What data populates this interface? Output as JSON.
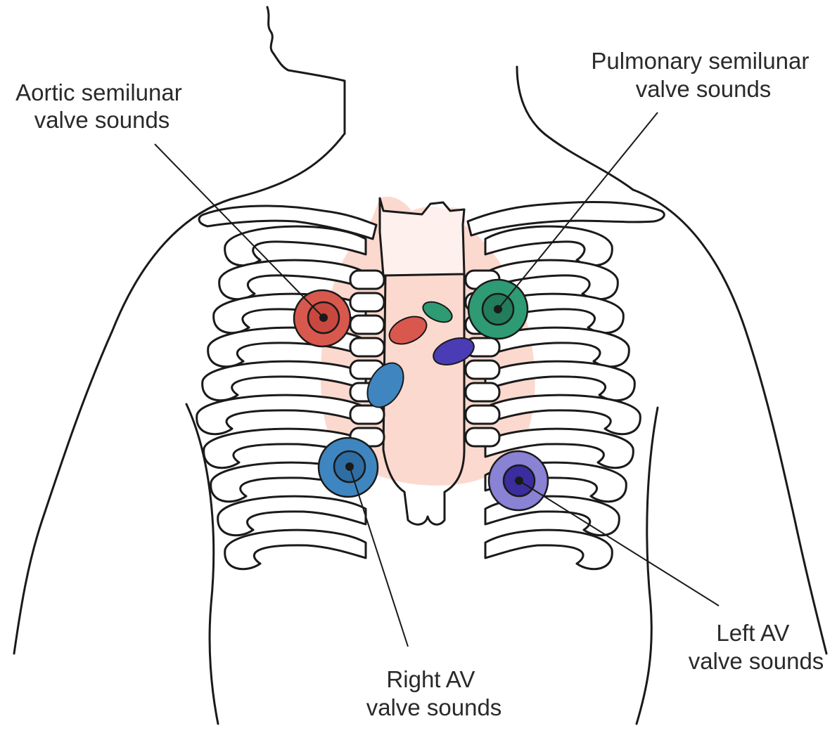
{
  "labels": {
    "aortic": [
      "Aortic semilunar",
      "valve sounds"
    ],
    "pulmonary": [
      "Pulmonary semilunar",
      "valve sounds"
    ],
    "right_av": [
      "Right AV",
      "valve sounds"
    ],
    "left_av": [
      "Left AV",
      "valve sounds"
    ]
  },
  "colors": {
    "aortic": "#d9584e",
    "pulmonary": "#2e9b74",
    "right_av": "#3f86c0",
    "left_av": "#6a60c4",
    "left_av_inner": "#3b2d9e",
    "heart": "#fcd9cf"
  }
}
